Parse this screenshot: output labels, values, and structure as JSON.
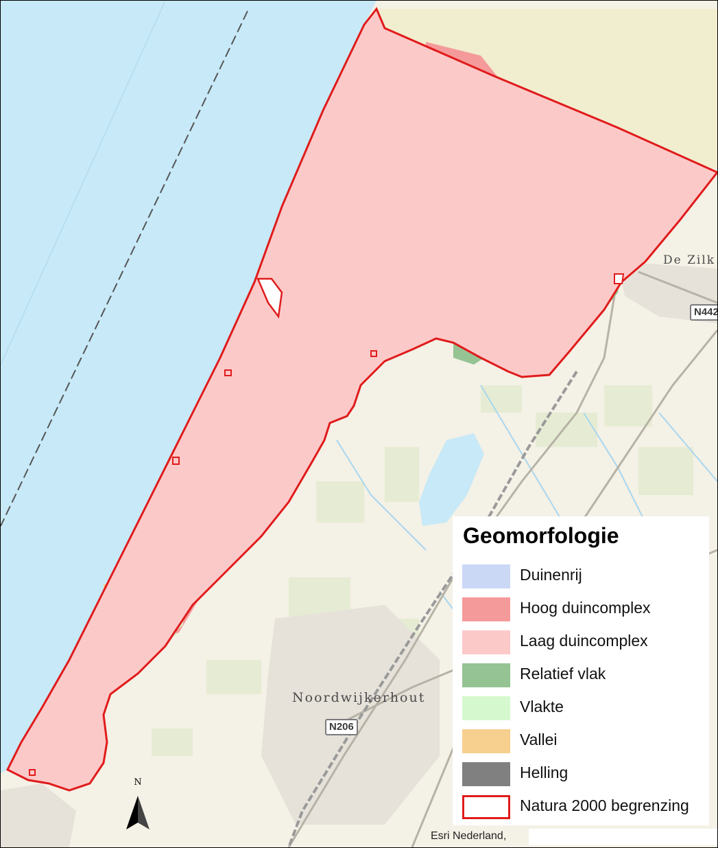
{
  "legend": {
    "title": "Geomorfologie",
    "items": [
      {
        "label": "Duinenrij",
        "color": "#cad8f6"
      },
      {
        "label": "Hoog duincomplex",
        "color": "#f59a9a"
      },
      {
        "label": "Laag duincomplex",
        "color": "#fcc9c9"
      },
      {
        "label": "Relatief vlak",
        "color": "#96c394"
      },
      {
        "label": "Vlakte",
        "color": "#d6f8cf"
      },
      {
        "label": "Vallei",
        "color": "#f7cf8e"
      },
      {
        "label": "Helling",
        "color": "#808080"
      },
      {
        "label": "Natura 2000 begrenzing",
        "color": "#e01b1b"
      }
    ]
  },
  "places": {
    "de_zilk": "De Zilk",
    "noordwijkerhout": "Noordwijkerhout"
  },
  "roads": {
    "n442": "N442",
    "n206": "N206"
  },
  "north_label": "N",
  "credit": "Esri Nederland,",
  "colors": {
    "sea": "#c7e9f8",
    "boundary": "#e01b1b",
    "land": "#f4f1e6"
  }
}
